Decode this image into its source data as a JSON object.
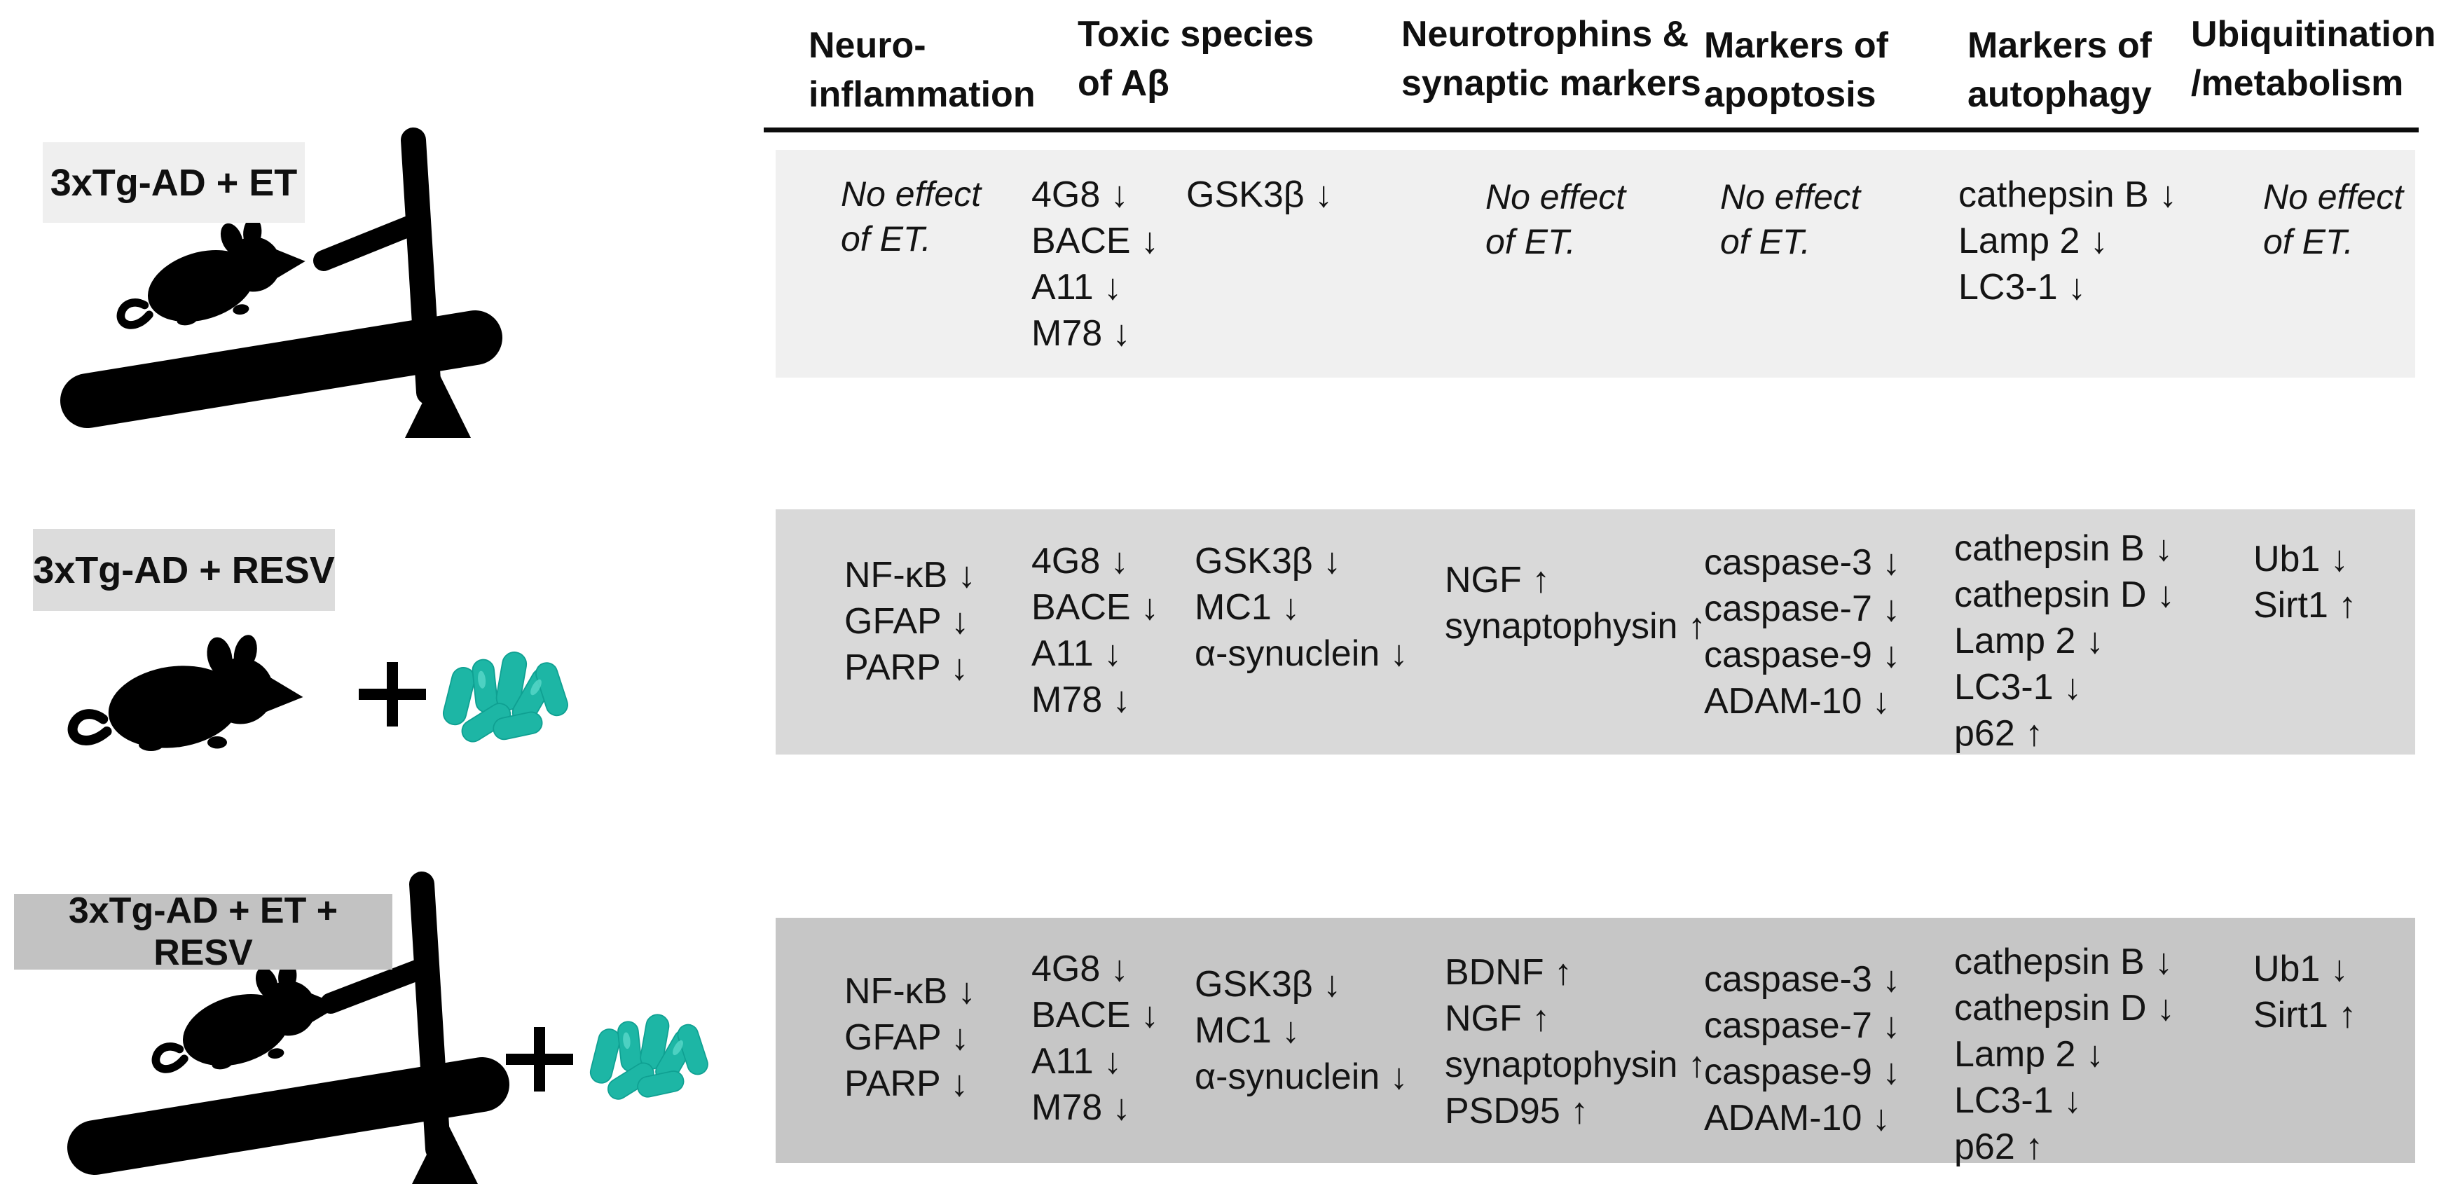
{
  "figure": {
    "description": "Summary table of treatment effects on Alzheimer-related brain markers in 3xTg-AD mice",
    "arrow_up": "↑",
    "arrow_down": "↓"
  },
  "colors": {
    "band_row1": "#f0f0f0",
    "band_row2": "#d9d9d9",
    "band_row3": "#c6c6c6",
    "label_row1_bg": "#efefef",
    "label_row2_bg": "#dcdcdc",
    "label_row3_bg": "#c2c2c2",
    "pill_teal": "#1db6a5",
    "silhouette_black": "#000000"
  },
  "header": {
    "columns": [
      {
        "id": "neuroinflammation",
        "label": "Neuro-\ninflammation"
      },
      {
        "id": "toxic_species",
        "label": "Toxic species\nof Aβ"
      },
      {
        "id": "neurotrophins",
        "label": "Neurotrophins &\nsynaptic markers"
      },
      {
        "id": "apoptosis",
        "label": "Markers of\napoptosis"
      },
      {
        "id": "autophagy",
        "label": "Markers of\nautophagy"
      },
      {
        "id": "ubiquitination",
        "label": "Ubiquitination\n/metabolism"
      }
    ]
  },
  "rows": [
    {
      "label": "3xTg-AD + ET",
      "icons": [
        "mouse",
        "treadmill"
      ],
      "cells": {
        "neuroinflammation": [
          "No effect",
          "of ET."
        ],
        "toxic_species_col1": [
          "4G8 ↓",
          "BACE ↓",
          "A11 ↓",
          "M78 ↓"
        ],
        "toxic_species_col2": [
          "GSK3β ↓"
        ],
        "neurotrophins": [
          "No effect",
          "of ET."
        ],
        "apoptosis": [
          "No effect",
          "of ET."
        ],
        "autophagy": [
          "cathepsin B ↓",
          "Lamp 2 ↓",
          "LC3-1 ↓"
        ],
        "ubiquitination": [
          "No effect",
          "of ET."
        ]
      }
    },
    {
      "label": "3xTg-AD + RESV",
      "icons": [
        "mouse",
        "plus",
        "resveratrol-pills"
      ],
      "cells": {
        "neuroinflammation": [
          "NF-κB ↓",
          "GFAP ↓",
          "PARP ↓"
        ],
        "toxic_species_col1": [
          "4G8 ↓",
          "BACE ↓",
          "A11 ↓",
          "M78 ↓"
        ],
        "toxic_species_col2": [
          "GSK3β ↓",
          "MC1 ↓",
          "α-synuclein ↓"
        ],
        "neurotrophins": [
          "NGF ↑",
          "synaptophysin ↑"
        ],
        "apoptosis": [
          "caspase-3 ↓",
          "caspase-7 ↓",
          "caspase-9 ↓",
          "ADAM-10 ↓"
        ],
        "autophagy": [
          "cathepsin B ↓",
          "cathepsin D ↓",
          "Lamp 2 ↓",
          "LC3-1 ↓",
          "p62 ↑"
        ],
        "ubiquitination": [
          "Ub1 ↓",
          "Sirt1 ↑"
        ]
      }
    },
    {
      "label": "3xTg-AD + ET + RESV",
      "icons": [
        "mouse",
        "treadmill",
        "plus",
        "resveratrol-pills"
      ],
      "cells": {
        "neuroinflammation": [
          "NF-κB ↓",
          "GFAP ↓",
          "PARP ↓"
        ],
        "toxic_species_col1": [
          "4G8 ↓",
          "BACE ↓",
          "A11 ↓",
          "M78 ↓"
        ],
        "toxic_species_col2": [
          "GSK3β ↓",
          "MC1 ↓",
          "α-synuclein ↓"
        ],
        "neurotrophins": [
          "BDNF ↑",
          "NGF ↑",
          "synaptophysin ↑",
          "PSD95 ↑"
        ],
        "apoptosis": [
          "caspase-3 ↓",
          "caspase-7 ↓",
          "caspase-9 ↓",
          "ADAM-10 ↓"
        ],
        "autophagy": [
          "cathepsin B ↓",
          "cathepsin D ↓",
          "Lamp 2 ↓",
          "LC3-1 ↓",
          "p62 ↑"
        ],
        "ubiquitination": [
          "Ub1 ↓",
          "Sirt1 ↑"
        ]
      }
    }
  ]
}
